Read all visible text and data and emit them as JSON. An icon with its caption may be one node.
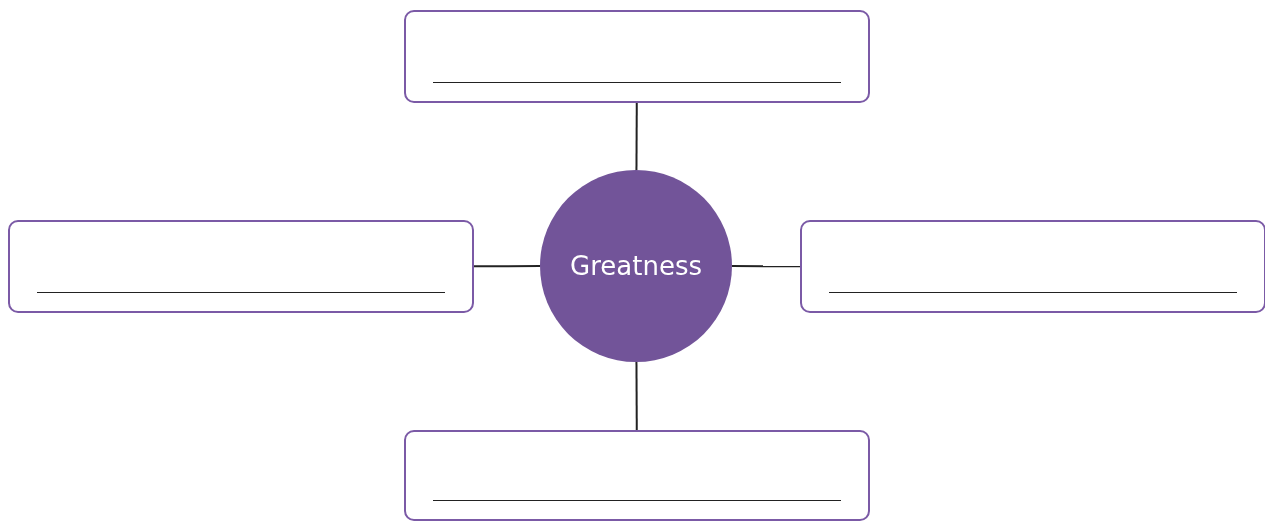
{
  "diagram": {
    "nodes": [
      {
        "text": [],
        "shape": "box"
      },
      {
        "text": [],
        "shape": "box"
      },
      {
        "text": [
          "Greatness"
        ]
      },
      {
        "text": [],
        "shape": "box"
      },
      {
        "text": [],
        "shape": "box"
      }
    ],
    "edges": [
      {
        "from": 2,
        "to": 0,
        "arrow": "none"
      },
      {
        "from": 2,
        "to": 1,
        "arrow": "none"
      },
      {
        "from": 2,
        "to": 3,
        "arrow": "none"
      },
      {
        "from": 2,
        "to": 4,
        "arrow": "none"
      }
    ]
  }
}
